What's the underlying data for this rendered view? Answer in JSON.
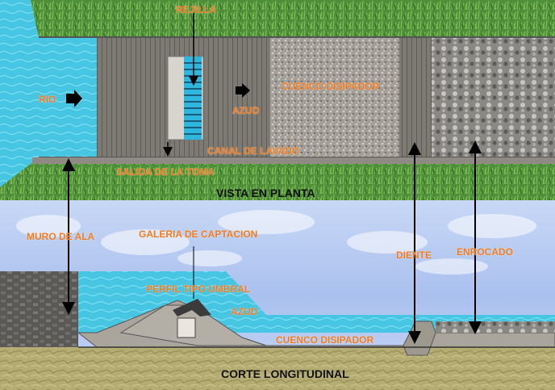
{
  "labels": {
    "rejilla": "REJILLA",
    "rio": "RIO",
    "cuenco_top": "CUENCO DISIPADOR",
    "azud_top": "AZUD",
    "canal": "CANAL DE LAVADO",
    "salida": "SALIDA DE LA TOMA",
    "muro": "MURO DE ALA",
    "galeria": "GALERIA DE CAPTACION",
    "diente": "DIENTE",
    "enrocado": "ENROCADO",
    "perfil": "PERFIL TIPO UMBRAL",
    "azud_bottom": "AZUD",
    "cuenco_bottom": "CUENCO DISIPADOR"
  },
  "titles": {
    "plan": "VISTA EN PLANTA",
    "section": "CORTE LONGITUDINAL"
  },
  "colors": {
    "label": "#f07a1e",
    "water": "#47c6e4",
    "grass": "#4f8f3a",
    "concrete": "#a9a49c",
    "deck": "#7d7a74",
    "ground": "#b5ac74"
  }
}
